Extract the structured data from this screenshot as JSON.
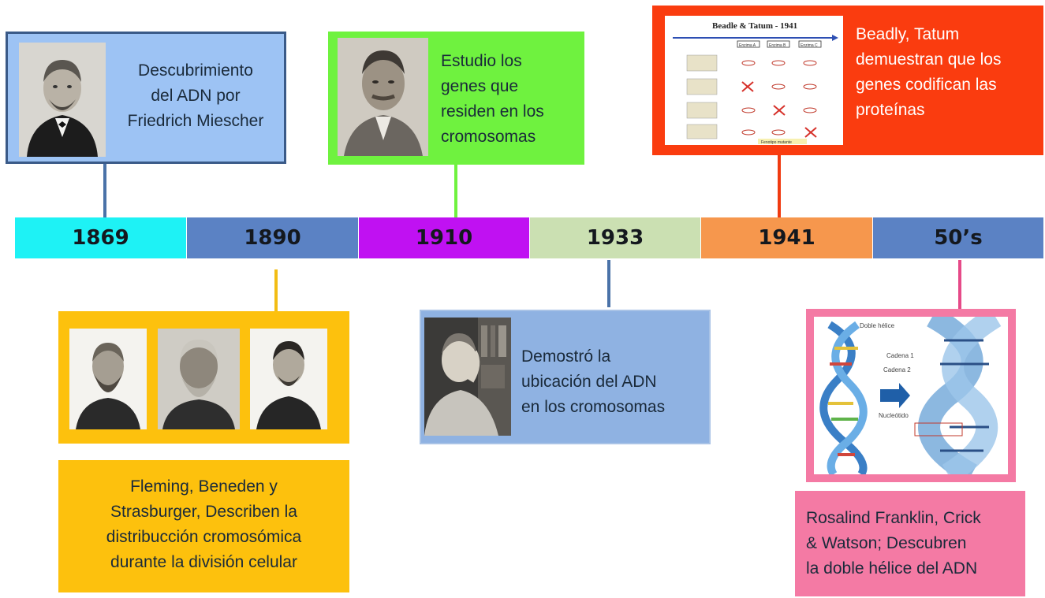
{
  "timeline": {
    "years": [
      "1869",
      "1890",
      "1910",
      "1933",
      "1941",
      "50’s"
    ],
    "colors": [
      "#1ef2f5",
      "#5b82c4",
      "#c011f2",
      "#cbe0b2",
      "#f6974d",
      "#5b82c4"
    ]
  },
  "events": {
    "e1869": {
      "text": [
        "Descubrimiento",
        "del ADN por",
        "Friedrich Miescher"
      ],
      "bg": "#9dc3f4",
      "border": "#3a5a88"
    },
    "e1890": {
      "text": [
        "Fleming, Beneden y",
        "Strasburger, Describen la",
        "distribucción  cromosómica",
        "durante la división celular"
      ],
      "bg": "#fdc10d"
    },
    "e1910": {
      "text": [
        "Estudio los",
        "genes que",
        "residen en los",
        "cromosomas"
      ],
      "bg": "#6ff23f"
    },
    "e1933": {
      "text": [
        "Demostró la",
        "ubicación del ADN",
        "en los cromosomas"
      ],
      "bg": "#8fb2e2"
    },
    "e1941": {
      "text": [
        "Beadly, Tatum",
        "demuestran que los",
        "genes codifican las",
        "proteínas"
      ],
      "bg": "#fa3c0f"
    },
    "e1950": {
      "text": [
        "Rosalind Franklin, Crick",
        "& Watson; Descubren",
        "la  doble hélice del ADN"
      ],
      "bg": "#f47aa4"
    }
  },
  "figures": {
    "beadle_tatum": {
      "title": "Beadle & Tatum - 1941",
      "stages": [
        "Enzima A",
        "Enzima B",
        "Enzima C"
      ],
      "footer": "Fenotipo mutante"
    },
    "helix": {
      "labels": [
        "Doble hélice",
        "Cadena 1",
        "Cadena 2",
        "Nucleótido"
      ]
    }
  }
}
